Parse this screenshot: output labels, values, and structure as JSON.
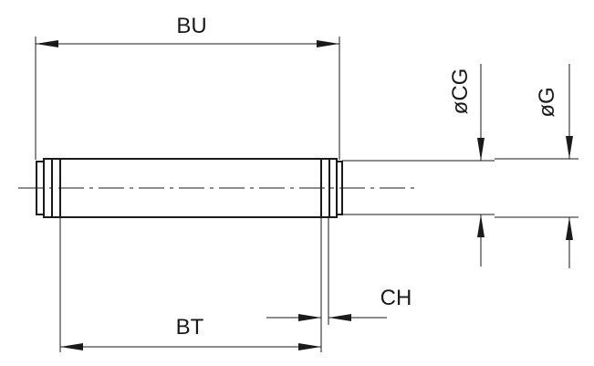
{
  "diagram": {
    "labels": {
      "BU": "BU",
      "BT": "BT",
      "CH": "CH",
      "CG": "øCG",
      "G": "øG"
    },
    "colors": {
      "ink": "#1a1a1a",
      "paper": "#ffffff"
    }
  }
}
